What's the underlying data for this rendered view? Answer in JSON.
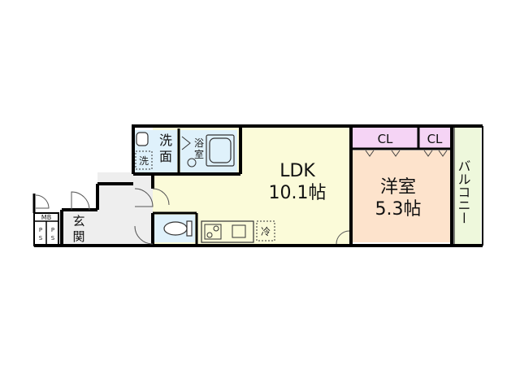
{
  "rooms": {
    "ldk": {
      "name": "LDK",
      "size": "10.1帖"
    },
    "western": {
      "name": "洋室",
      "size": "5.3帖"
    },
    "balcony": {
      "name": "バルコニー"
    },
    "entrance": {
      "name_1": "玄",
      "name_2": "関"
    },
    "washroom": {
      "name_1": "洗",
      "name_2": "面"
    },
    "bathroom": {
      "name_1": "浴",
      "name_2": "室"
    },
    "closet_1": {
      "name": "CL"
    },
    "closet_2": {
      "name": "CL"
    }
  },
  "fixtures": {
    "washer": "洗",
    "fridge": "冷",
    "meter_box": "MB",
    "ps_1": {
      "line_1": "P",
      "line_2": "S"
    },
    "ps_2": {
      "line_1": "P",
      "line_2": "S"
    }
  },
  "colors": {
    "ldk_fill": "#fbfbd9",
    "western_fill": "#fde3cc",
    "closet_fill": "#f5d4f5",
    "balcony_fill": "#eef8dc",
    "wet_fill": "#dff1fb",
    "hall_fill": "#eeeeee",
    "wall": "#000000"
  },
  "icons": [
    "toilet-icon",
    "bathtub-icon",
    "sink-icon",
    "stove-icon",
    "door-swing-icon"
  ]
}
